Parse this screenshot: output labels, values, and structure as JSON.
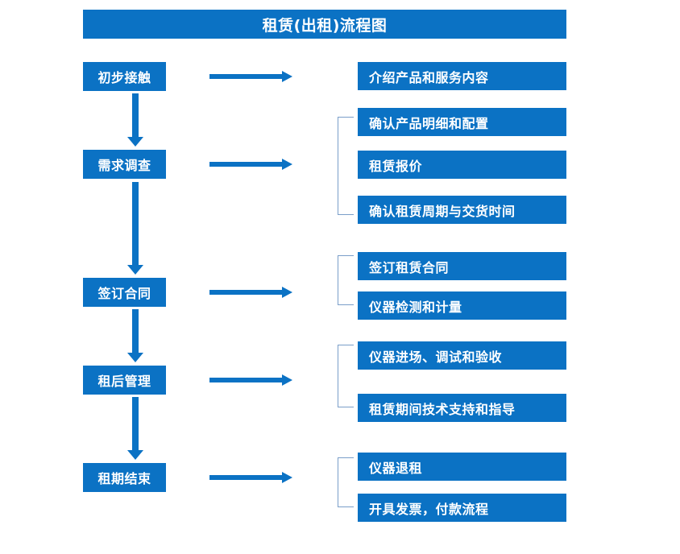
{
  "title": {
    "text": "租赁(出租)流程图"
  },
  "colors": {
    "box": "#0b72c4",
    "box_text": "#ffffff",
    "arrow": "#0b72c4",
    "bracket": "#7a9ec9",
    "background": "#ffffff"
  },
  "stages": [
    {
      "label": "初步接触"
    },
    {
      "label": "需求调查"
    },
    {
      "label": "签订合同"
    },
    {
      "label": "租后管理"
    },
    {
      "label": "租期结束"
    }
  ],
  "details": [
    {
      "label": "介绍产品和服务内容"
    },
    {
      "label": "确认产品明细和配置"
    },
    {
      "label": "租赁报价"
    },
    {
      "label": "确认租赁周期与交货时间"
    },
    {
      "label": "签订租赁合同"
    },
    {
      "label": "仪器检测和计量"
    },
    {
      "label": "仪器进场、调试和验收"
    },
    {
      "label": "租赁期间技术支持和指导"
    },
    {
      "label": "仪器退租"
    },
    {
      "label": "开具发票，付款流程"
    }
  ],
  "flow": {
    "stage_to_details": [
      {
        "stage": "初步接触",
        "details": [
          "介绍产品和服务内容"
        ]
      },
      {
        "stage": "需求调查",
        "details": [
          "确认产品明细和配置",
          "租赁报价",
          "确认租赁周期与交货时间"
        ]
      },
      {
        "stage": "签订合同",
        "details": [
          "签订租赁合同",
          "仪器检测和计量"
        ]
      },
      {
        "stage": "租后管理",
        "details": [
          "仪器进场、调试和验收",
          "租赁期间技术支持和指导"
        ]
      },
      {
        "stage": "租期结束",
        "details": [
          "仪器退租",
          "开具发票，付款流程"
        ]
      }
    ]
  }
}
